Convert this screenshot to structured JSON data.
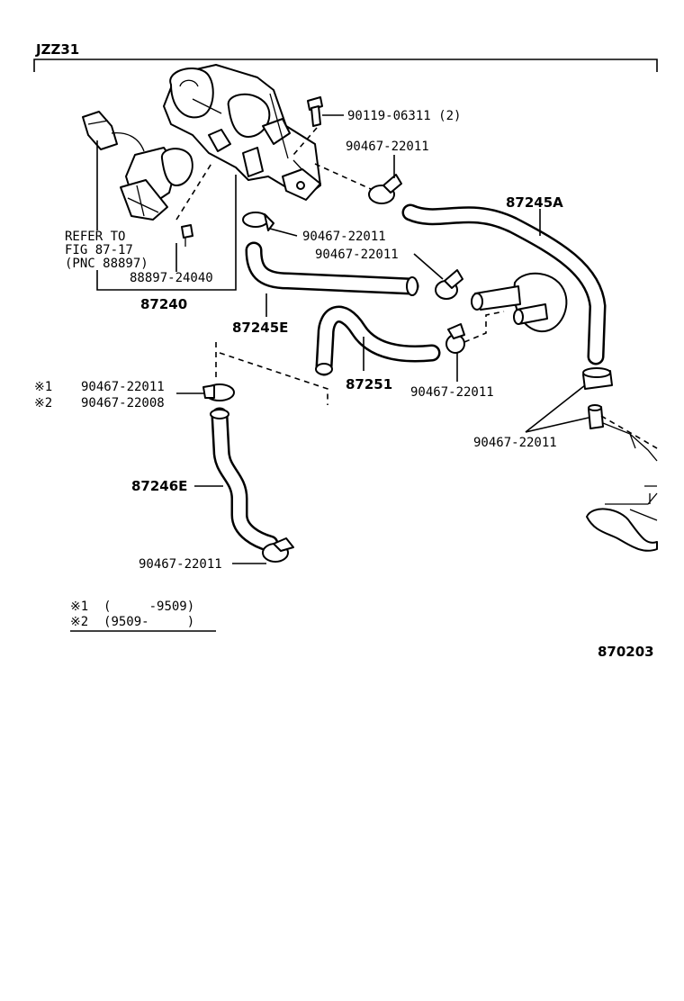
{
  "model_code": "JZZ31",
  "figure_number": "870203",
  "labels": {
    "bolt": "90119-06311 (2)",
    "clamp_a": "90467-22011",
    "refer_line1": "REFER TO",
    "refer_line2": "FIG 87-17",
    "refer_line3": "(PNC 88897)",
    "clamp_b": "90467-22011",
    "screw": "88897-24040",
    "hose_a": "87245A",
    "clamp_c": "90467-22011",
    "valve_assy": "87240",
    "hose_e": "87245E",
    "hose_251": "87251",
    "clamp_d": "90467-22011",
    "note1_mark": "※1",
    "note1_part": "90467-22011",
    "note2_mark": "※2",
    "note2_part": "90467-22008",
    "clamp_e": "90467-22011",
    "hose_246": "87246E",
    "clamp_f": "90467-22011"
  },
  "legend": {
    "row1": "※1  (     -9509)",
    "row2": "※2  (9509-     )"
  }
}
